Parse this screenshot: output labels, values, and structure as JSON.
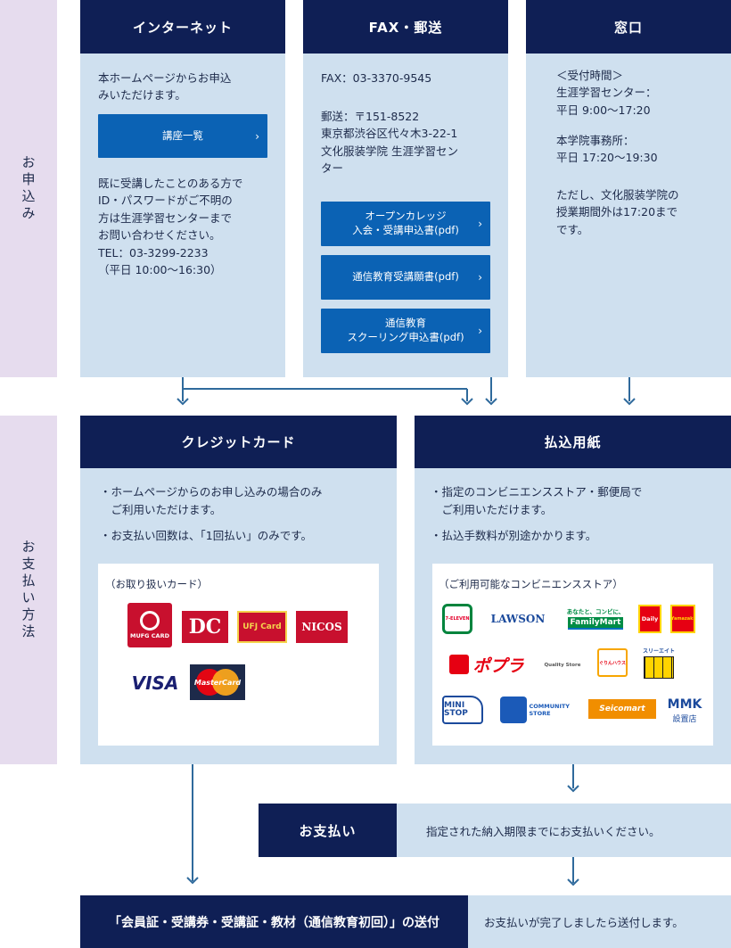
{
  "labels": {
    "apply": "お申込み",
    "payment": "お支払い方法"
  },
  "internet": {
    "title": "インターネット",
    "intro": [
      "本ホームページからお申込",
      "みいただけます。"
    ],
    "button": "講座一覧",
    "note": [
      "既に受講したことのある方で",
      "ID・パスワードがご不明の",
      "方は生涯学習センターまで",
      "お問い合わせください。",
      "TEL：03-3299-2233",
      "（平日 10:00〜16:30）"
    ]
  },
  "fax": {
    "title": "FAX・郵送",
    "fax": "FAX：03-3370-9545",
    "mail": [
      "郵送：〒151-8522",
      "東京都渋谷区代々木3-22-1",
      "文化服装学院 生涯学習セン",
      "ター"
    ],
    "buttons": [
      "オープンカレッジ\n入会・受講申込書(pdf)",
      "通信教育受講願書(pdf)",
      "通信教育\nスクーリング申込書(pdf)"
    ]
  },
  "counter": {
    "title": "窓口",
    "lines1": [
      "＜受付時間＞",
      "生涯学習センター：",
      "平日 9:00〜17:20"
    ],
    "lines2": [
      "本学院事務所：",
      "平日 17:20〜19:30"
    ],
    "lines3": [
      "ただし、文化服装学院の",
      "授業期間外は17:20まで",
      "です。"
    ]
  },
  "credit": {
    "title": "クレジットカード",
    "bullets": [
      "・ホームページからのお申し込みの場合のみ\n　ご利用いただけます。",
      "・お支払い回数は、「1回払い」のみです。"
    ],
    "box_title": "（お取り扱いカード）",
    "cards": [
      "MUFG CARD",
      "DC",
      "UFJ Card",
      "NICOS",
      "VISA",
      "MasterCard"
    ]
  },
  "slip": {
    "title": "払込用紙",
    "bullets": [
      "・指定のコンビニエンスストア・郵便局で\n　ご利用いただけます。",
      "・払込手数料が別途かかります。"
    ],
    "box_title": "（ご利用可能なコンビニエンスストア）",
    "stores": [
      "7-ELEVEN",
      "LAWSON",
      "あなたと、コンビに、",
      "FamilyMart",
      "Daily",
      "Yamazaki",
      "ポプラ",
      "Quality Store",
      "ぐりんハウス",
      "スリーエイト",
      "MINI STOP",
      "COMMUNITY STORE",
      "Seicomart",
      "MMK",
      "設置店"
    ]
  },
  "pay": {
    "label": "お支払い",
    "desc": "指定された納入期限までにお支払いください。"
  },
  "send": {
    "label": "「会員証・受講券・受講証・教材（通信教育初回）」の送付",
    "desc": "お支払いが完了しましたら送付します。"
  },
  "colors": {
    "navy": "#0f1f55",
    "panel": "#cfe0ef",
    "button": "#0b62b4",
    "label_bg": "#e6dcee"
  }
}
